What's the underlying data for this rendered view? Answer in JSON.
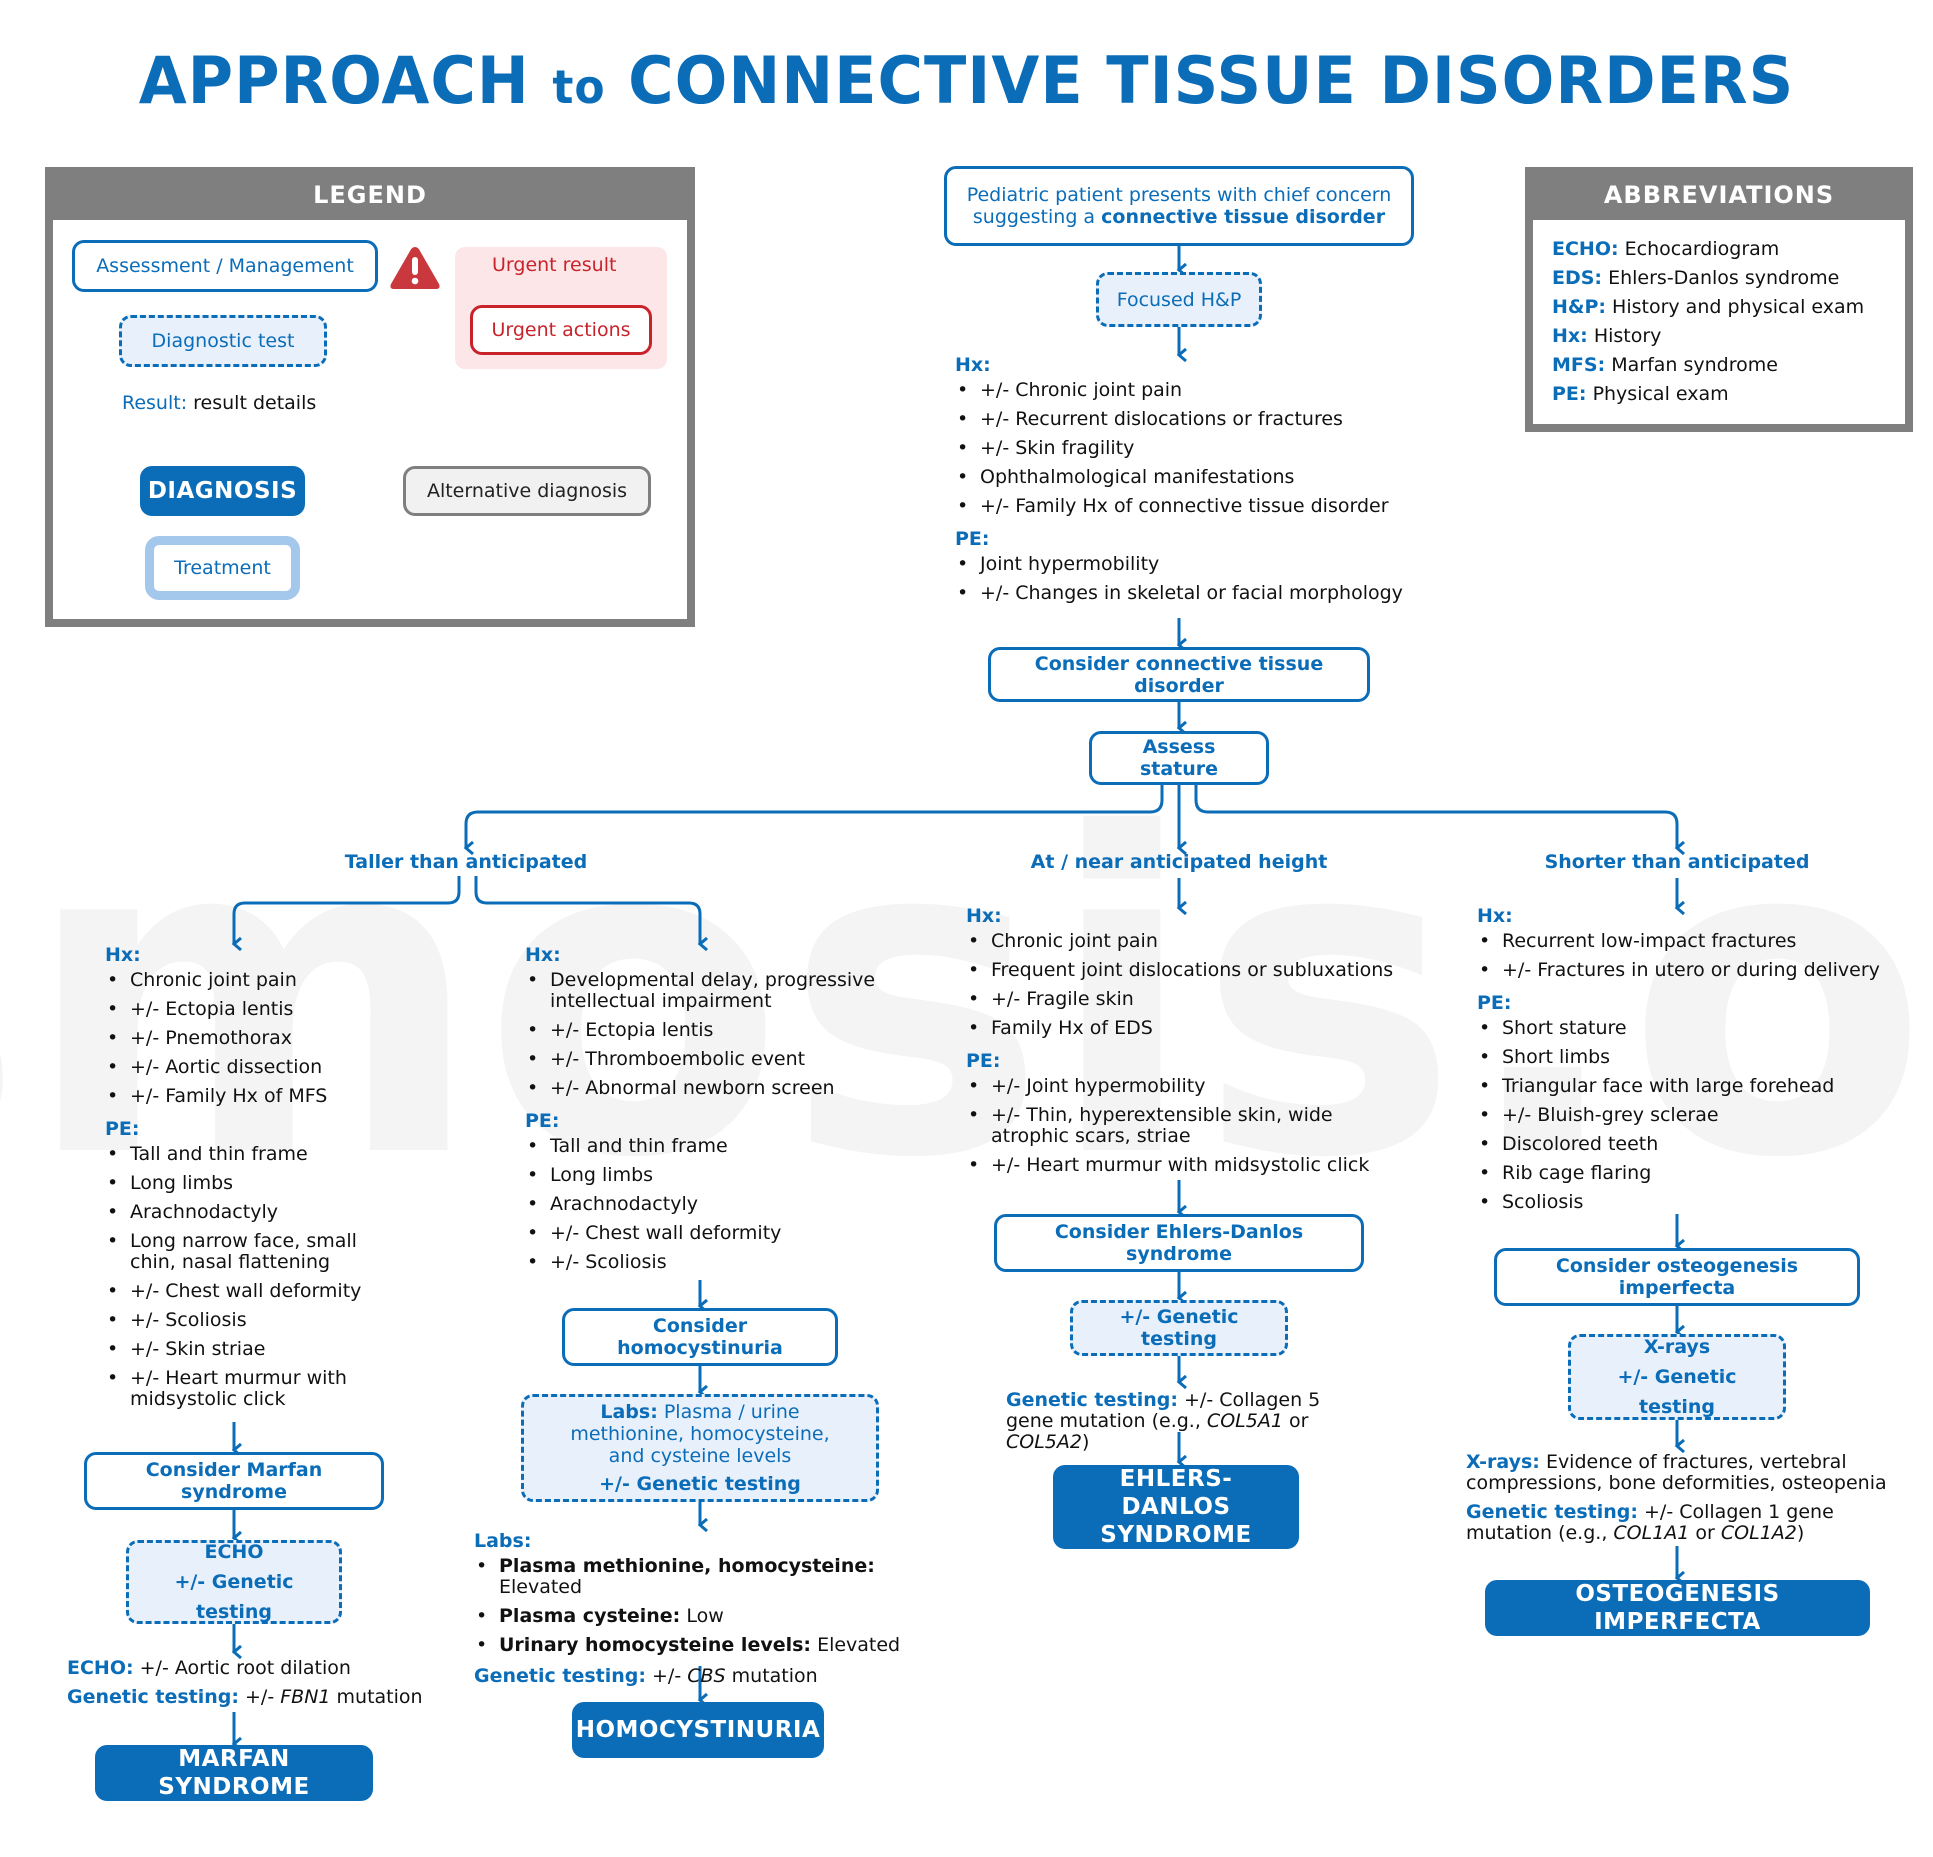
{
  "title": {
    "part1": "APPROACH",
    "part2": "to",
    "part3": "CONNECTIVE TISSUE DISORDERS"
  },
  "legend": {
    "heading": "LEGEND",
    "assessment": "Assessment / Management",
    "diagnostic_test": "Diagnostic test",
    "result_label": "Result:",
    "result_value": "result details",
    "diagnosis": "DIAGNOSIS",
    "treatment": "Treatment",
    "alternative": "Alternative diagnosis",
    "urgent_result": "Urgent result",
    "urgent_actions": "Urgent actions"
  },
  "abbreviations": {
    "heading": "ABBREVIATIONS",
    "items": [
      {
        "abbr": "ECHO:",
        "meaning": "Echocardiogram"
      },
      {
        "abbr": "EDS:",
        "meaning": "Ehlers-Danlos syndrome"
      },
      {
        "abbr": "H&P:",
        "meaning": "History and physical exam"
      },
      {
        "abbr": "Hx:",
        "meaning": "History"
      },
      {
        "abbr": "MFS:",
        "meaning": "Marfan syndrome"
      },
      {
        "abbr": "PE:",
        "meaning": "Physical exam"
      }
    ]
  },
  "top": {
    "start_line1": "Pediatric patient presents with chief concern",
    "start_line2a": "suggesting a ",
    "start_line2b": "connective tissue disorder",
    "focused": "Focused H&P",
    "hx_label": "Hx:",
    "hx": [
      "+/- Chronic joint pain",
      "+/- Recurrent dislocations or fractures",
      "+/- Skin fragility",
      "Ophthalmological manifestations",
      "+/- Family Hx of connective tissue disorder"
    ],
    "pe_label": "PE:",
    "pe": [
      "Joint hypermobility",
      "+/- Changes in skeletal or facial morphology"
    ],
    "consider": "Consider connective tissue disorder",
    "assess": "Assess stature"
  },
  "branches": {
    "taller": "Taller than anticipated",
    "near": "At / near anticipated height",
    "shorter": "Shorter than anticipated"
  },
  "marfan": {
    "hx_label": "Hx:",
    "hx": [
      "Chronic joint pain",
      "+/- Ectopia lentis",
      "+/- Pnemothorax",
      "+/- Aortic dissection",
      "+/- Family Hx of MFS"
    ],
    "pe_label": "PE:",
    "pe": [
      "Tall and thin frame",
      "Long limbs",
      "Arachnodactyly",
      "Long narrow face, small chin, nasal flattening",
      "+/- Chest wall deformity",
      "+/- Scoliosis",
      "+/- Skin striae",
      "+/- Heart murmur with midsystolic click"
    ],
    "consider": "Consider Marfan syndrome",
    "test_line1": "ECHO",
    "test_line2": "+/- Genetic testing",
    "res1_label": "ECHO:",
    "res1_value": "+/- Aortic root dilation",
    "res2_label": "Genetic testing:",
    "res2_pre": "+/- ",
    "res2_gene": "FBN1",
    "res2_post": " mutation",
    "diagnosis": "MARFAN SYNDROME"
  },
  "homocystinuria": {
    "hx_label": "Hx:",
    "hx": [
      "Developmental delay, progressive intellectual impairment",
      "+/- Ectopia lentis",
      "+/- Thromboembolic event",
      "+/- Abnormal newborn screen"
    ],
    "pe_label": "PE:",
    "pe": [
      "Tall and thin frame",
      "Long limbs",
      "Arachnodactyly",
      "+/- Chest wall deformity",
      "+/- Scoliosis"
    ],
    "consider": "Consider homocystinuria",
    "test_labs_label": "Labs:",
    "test_labs_value": "Plasma / urine methionine, homocysteine, and cysteine levels",
    "test_genetic": "+/- Genetic testing",
    "labs_label": "Labs:",
    "labs": [
      {
        "name": "Plasma methionine, homocysteine:",
        "value": "Elevated"
      },
      {
        "name": "Plasma cysteine:",
        "value": "Low"
      },
      {
        "name": "Urinary homocysteine levels:",
        "value": "Elevated"
      }
    ],
    "gen_label": "Genetic testing:",
    "gen_pre": "+/- ",
    "gen_gene": "CBS",
    "gen_post": " mutation",
    "diagnosis": "HOMOCYSTINURIA"
  },
  "eds": {
    "hx_label": "Hx:",
    "hx": [
      "Chronic joint pain",
      "Frequent joint dislocations or subluxations",
      "+/- Fragile skin",
      "Family Hx of EDS"
    ],
    "pe_label": "PE:",
    "pe": [
      "+/- Joint hypermobility",
      "+/- Thin, hyperextensible skin, wide atrophic scars, striae",
      "+/- Heart murmur with midsystolic click"
    ],
    "consider": "Consider Ehlers-Danlos syndrome",
    "test": "+/- Genetic testing",
    "gen_label": "Genetic testing:",
    "gen_text1": "+/- Collagen 5 gene mutation (e.g., ",
    "gen_gene1": "COL5A1",
    "gen_or": " or ",
    "gen_gene2": "COL5A2",
    "gen_close": ")",
    "diagnosis_line1": "EHLERS-DANLOS",
    "diagnosis_line2": "SYNDROME"
  },
  "oi": {
    "hx_label": "Hx:",
    "hx": [
      "Recurrent low-impact fractures",
      "+/- Fractures in utero or during delivery"
    ],
    "pe_label": "PE:",
    "pe": [
      "Short stature",
      "Short limbs",
      "Triangular face with large forehead",
      "+/- Bluish-grey sclerae",
      "Discolored teeth",
      "Rib cage flaring",
      "Scoliosis"
    ],
    "consider": "Consider osteogenesis imperfecta",
    "test_line1": "X-rays",
    "test_line2": "+/- Genetic testing",
    "xray_label": "X-rays:",
    "xray_value": "Evidence of fractures, vertebral compressions, bone deformities, osteopenia",
    "gen_label": "Genetic testing:",
    "gen_text1": "+/- Collagen 1 gene mutation (e.g., ",
    "gen_gene1": "COL1A1",
    "gen_or": " or ",
    "gen_gene2": "COL1A2",
    "gen_close": ")",
    "diagnosis": "OSTEOGENESIS IMPERFECTA"
  },
  "colors": {
    "primary": "#0b6cb8",
    "urgent": "#c8232b",
    "neutral": "#7f7f7f",
    "test_fill": "#e8f1fb"
  },
  "watermark": "osmosis.org"
}
